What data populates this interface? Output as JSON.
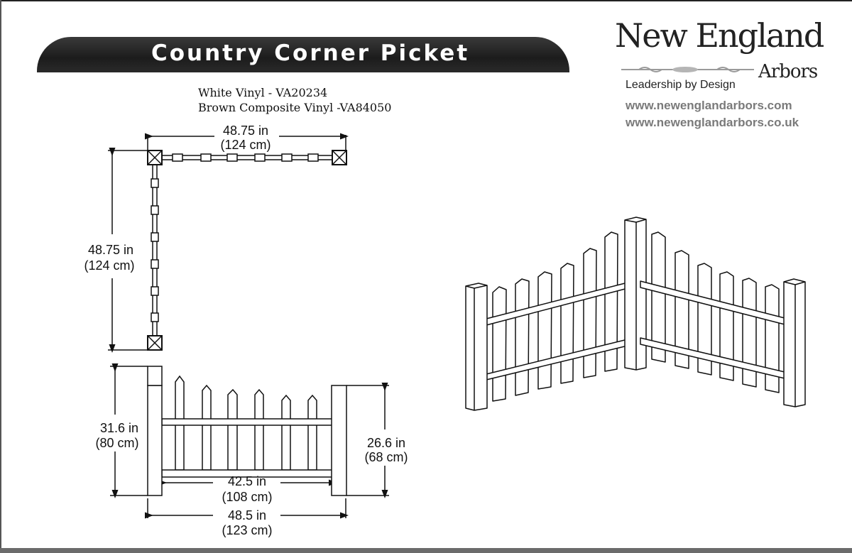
{
  "title": "Country Corner Picket",
  "skus": [
    "White Vinyl - VA20234",
    "Brown Composite Vinyl -VA84050"
  ],
  "brand": {
    "name": "New England",
    "name_sub": "Arbors",
    "tagline": "Leadership by Design",
    "urls": [
      "www.newenglandarbors.com",
      "www.newenglandarbors.co.uk"
    ]
  },
  "dimensions": {
    "top_width_in": "48.75 in",
    "top_width_cm": "(124 cm)",
    "side_depth_in": "48.75 in",
    "side_depth_cm": "(124 cm)",
    "height_in": "31.6 in",
    "height_cm": "(80 cm)",
    "panel_height_in": "26.6 in",
    "panel_height_cm": "(68 cm)",
    "panel_width_in": "42.5 in",
    "panel_width_cm": "(108 cm)",
    "overall_width_in": "48.5 in",
    "overall_width_cm": "(123 cm)"
  }
}
